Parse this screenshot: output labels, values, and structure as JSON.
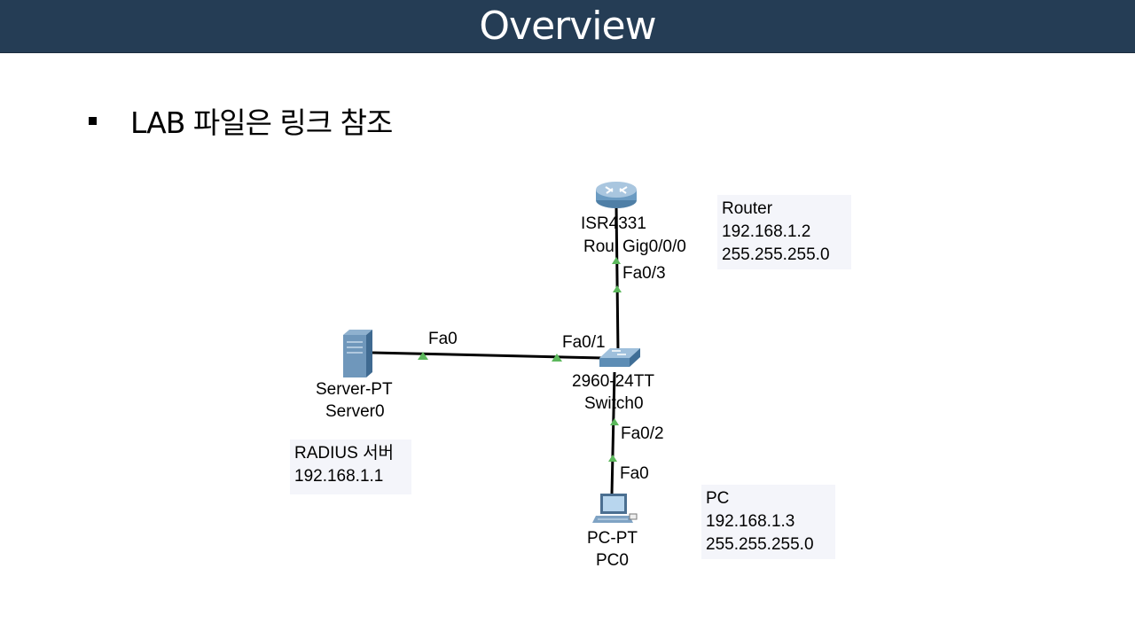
{
  "slide": {
    "title": "Overview",
    "bullet": "LAB 파일은 링크 참조"
  },
  "devices": {
    "router": {
      "model": "ISR4331",
      "name": "Rou",
      "icon": "router-icon"
    },
    "switch": {
      "model": "2960-24TT",
      "name": "Switch0",
      "icon": "switch-icon"
    },
    "server": {
      "model": "Server-PT",
      "name": "Server0",
      "icon": "server-icon"
    },
    "pc": {
      "model": "PC-PT",
      "name": "PC0",
      "icon": "pc-icon"
    }
  },
  "ports": {
    "router_gig": "Gig0/0/0",
    "switch_to_router": "Fa0/3",
    "server_fa": "Fa0",
    "switch_to_server": "Fa0/1",
    "switch_to_pc": "Fa0/2",
    "pc_fa": "Fa0"
  },
  "info": {
    "router": {
      "line1": "Router",
      "line2": "192.168.1.2",
      "line3": "255.255.255.0"
    },
    "server": {
      "line1": "RADIUS 서버",
      "line2": "192.168.1.1"
    },
    "pc": {
      "line1": "PC",
      "line2": "192.168.1.3",
      "line3": "255.255.255.0"
    }
  },
  "colors": {
    "title_bg": "#253d55",
    "link": "#000000",
    "link_up": "#5cb85c",
    "info_bg": "#f4f5fa"
  }
}
